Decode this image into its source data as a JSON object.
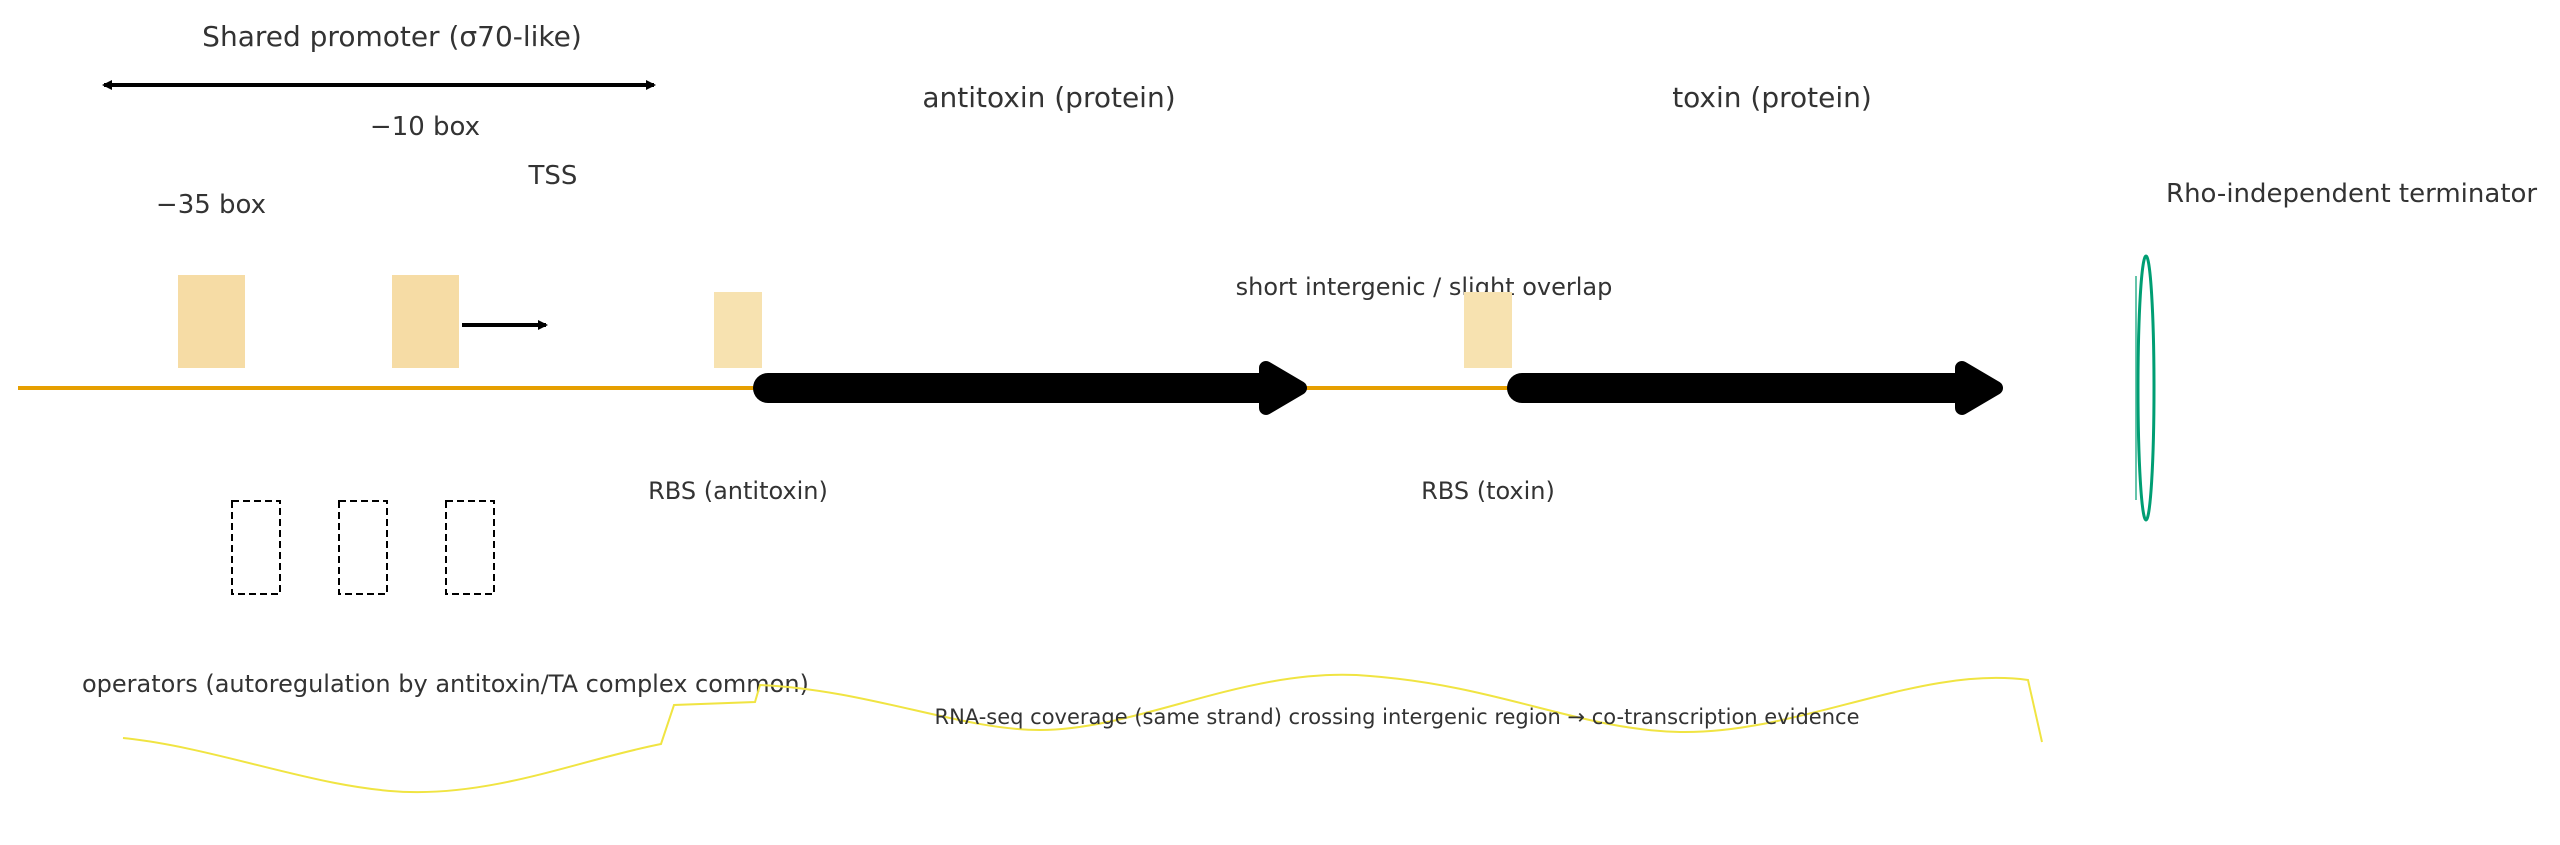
{
  "labels": {
    "promoter_title": "Shared promoter (σ70-like)",
    "minus10": "−10 box",
    "minus35": "−35 box",
    "tss": "TSS",
    "antitoxin": "antitoxin (protein)",
    "toxin": "toxin (protein)",
    "terminator": "Rho-independent terminator",
    "intergenic": "short intergenic / slight overlap",
    "rbs_antitoxin": "RBS (antitoxin)",
    "rbs_toxin": "RBS (toxin)",
    "operators": "operators (autoregulation by antitoxin/TA complex common)",
    "rnaseq": "RNA-seq coverage (same strand) crossing intergenic region → co-transcription evidence"
  },
  "colors": {
    "backbone": "#e69f00",
    "box35": "#f6dca5",
    "box10": "#f6dca5",
    "rbs": "#f7e2b0",
    "gene": "#000000",
    "terminator": "#009e73",
    "rnaseq": "#f0e442",
    "text": "#333333"
  }
}
